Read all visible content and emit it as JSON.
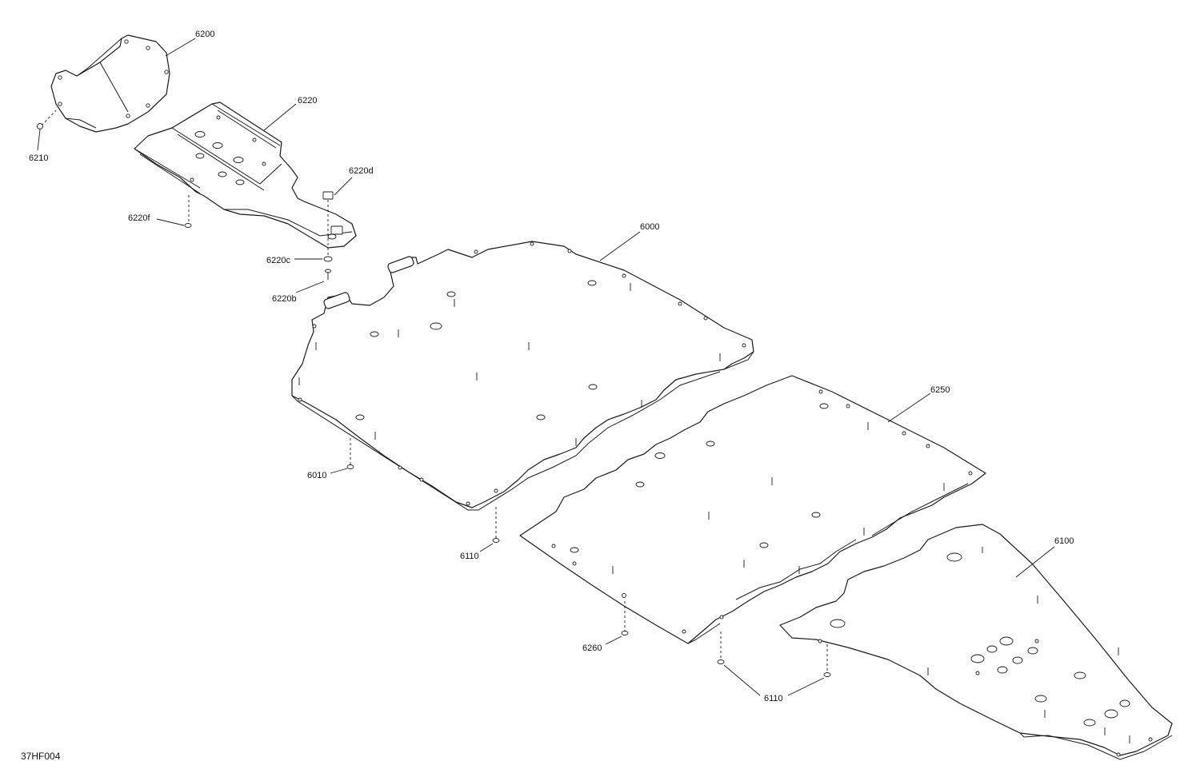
{
  "diagram": {
    "drawing_code": "37HF004",
    "parts": [
      {
        "id": "p6200",
        "label": "6200"
      },
      {
        "id": "p6210",
        "label": "6210"
      },
      {
        "id": "p6220",
        "label": "6220"
      },
      {
        "id": "p6220d",
        "label": "6220d"
      },
      {
        "id": "p6220f",
        "label": "6220f"
      },
      {
        "id": "p6220c",
        "label": "6220c"
      },
      {
        "id": "p6220b",
        "label": "6220b"
      },
      {
        "id": "p6000",
        "label": "6000"
      },
      {
        "id": "p6010",
        "label": "6010"
      },
      {
        "id": "p6110a",
        "label": "6110"
      },
      {
        "id": "p6250",
        "label": "6250"
      },
      {
        "id": "p6260",
        "label": "6260"
      },
      {
        "id": "p6100",
        "label": "6100"
      },
      {
        "id": "p6110b",
        "label": "6110"
      }
    ]
  }
}
